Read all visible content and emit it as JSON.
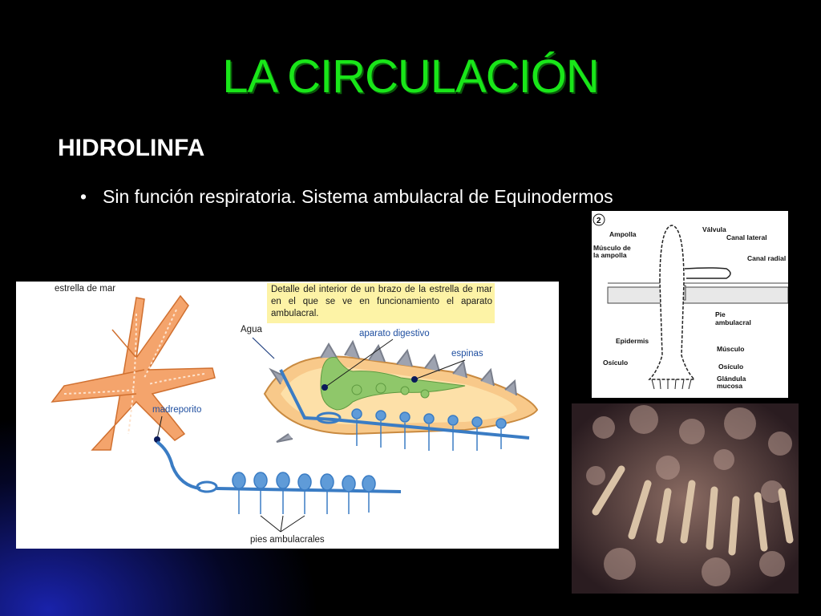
{
  "slide": {
    "title": "LA CIRCULACIÓN",
    "subtitle": "HIDROLINFA",
    "bullet": "Sin función respiratoria. Sistema ambulacral de Equinodermos"
  },
  "colors": {
    "title": "#19e619",
    "background": "#000000",
    "accent_blue": "#1e2ec8"
  },
  "main_diagram": {
    "starfish_label": "estrella de mar",
    "note": "Detalle del interior de un brazo de la estrella de mar en el que se ve en funcionamiento el aparato ambulacral.",
    "labels": {
      "water": "Agua",
      "digestive": "aparato digestivo",
      "spines": "espinas",
      "madreporite": "madreporito",
      "tube_feet": "pies ambulacrales"
    }
  },
  "detail_diagram": {
    "number": "2",
    "labels": {
      "ampulla": "Ampolla",
      "ampulla_muscle": "Músculo de la ampolla",
      "valve": "Válvula",
      "lateral_canal": "Canal lateral",
      "radial_canal": "Canal radial",
      "epidermis": "Epidermis",
      "ossicle_left": "Osículo",
      "tube_foot": "Pie ambulacral",
      "muscle": "Músculo",
      "ossicle_right": "Osículo",
      "mucous_gland": "Glándula mucosa"
    }
  },
  "photo": {
    "subject": "tube-feet-photo"
  }
}
